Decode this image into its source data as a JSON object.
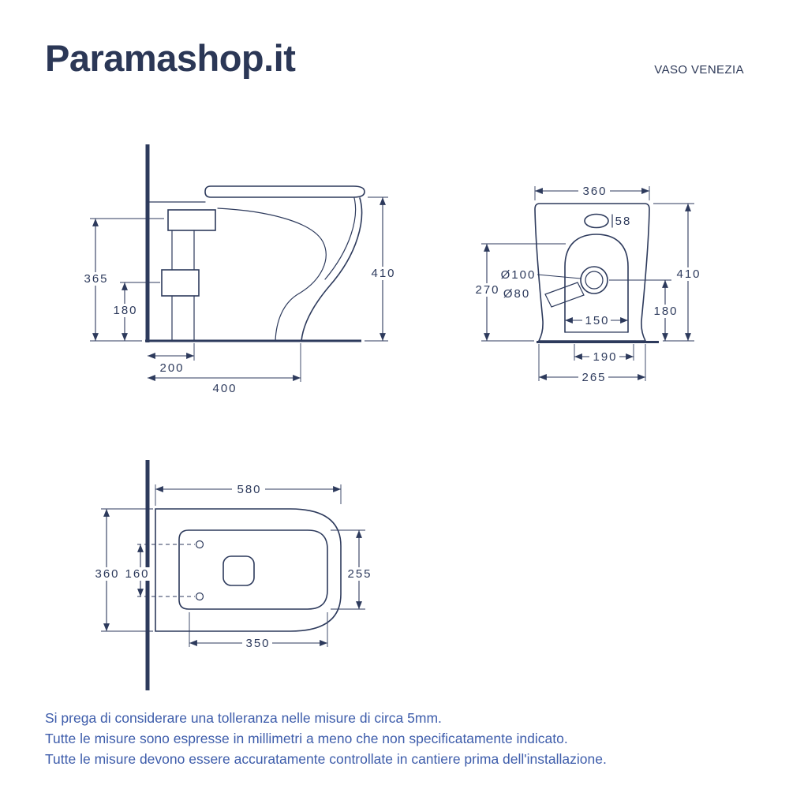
{
  "header": {
    "logo": "Paramashop.it",
    "product_name": "VASO VENEZIA"
  },
  "colors": {
    "ink": "#2d3a5c",
    "footer_text": "#3e5dab"
  },
  "views": {
    "side": {
      "title": "side-view",
      "dims": {
        "inlet_height": "365",
        "outlet_height": "180",
        "total_height": "410",
        "outlet_from_wall": "200",
        "base_depth": "400"
      }
    },
    "front": {
      "title": "front-view",
      "dims": {
        "top_width": "360",
        "flush_button": "58",
        "drain_outer": "Ø100",
        "drain_inner": "Ø80",
        "left_height": "270",
        "total_height": "410",
        "drain_height": "180",
        "opening_width": "150",
        "base_inner_width": "190",
        "base_width": "265"
      }
    },
    "top": {
      "title": "top-view",
      "dims": {
        "total_length": "580",
        "total_width": "360",
        "hinge_spacing": "160",
        "opening_width": "255",
        "opening_length": "350"
      }
    }
  },
  "footer": {
    "lines": [
      "Si prega di considerare una tolleranza nelle misure di circa 5mm.",
      "Tutte le misure sono espresse in millimetri a meno che non specificatamente indicato.",
      "Tutte le misure devono essere accuratamente controllate in cantiere prima dell'installazione."
    ]
  }
}
